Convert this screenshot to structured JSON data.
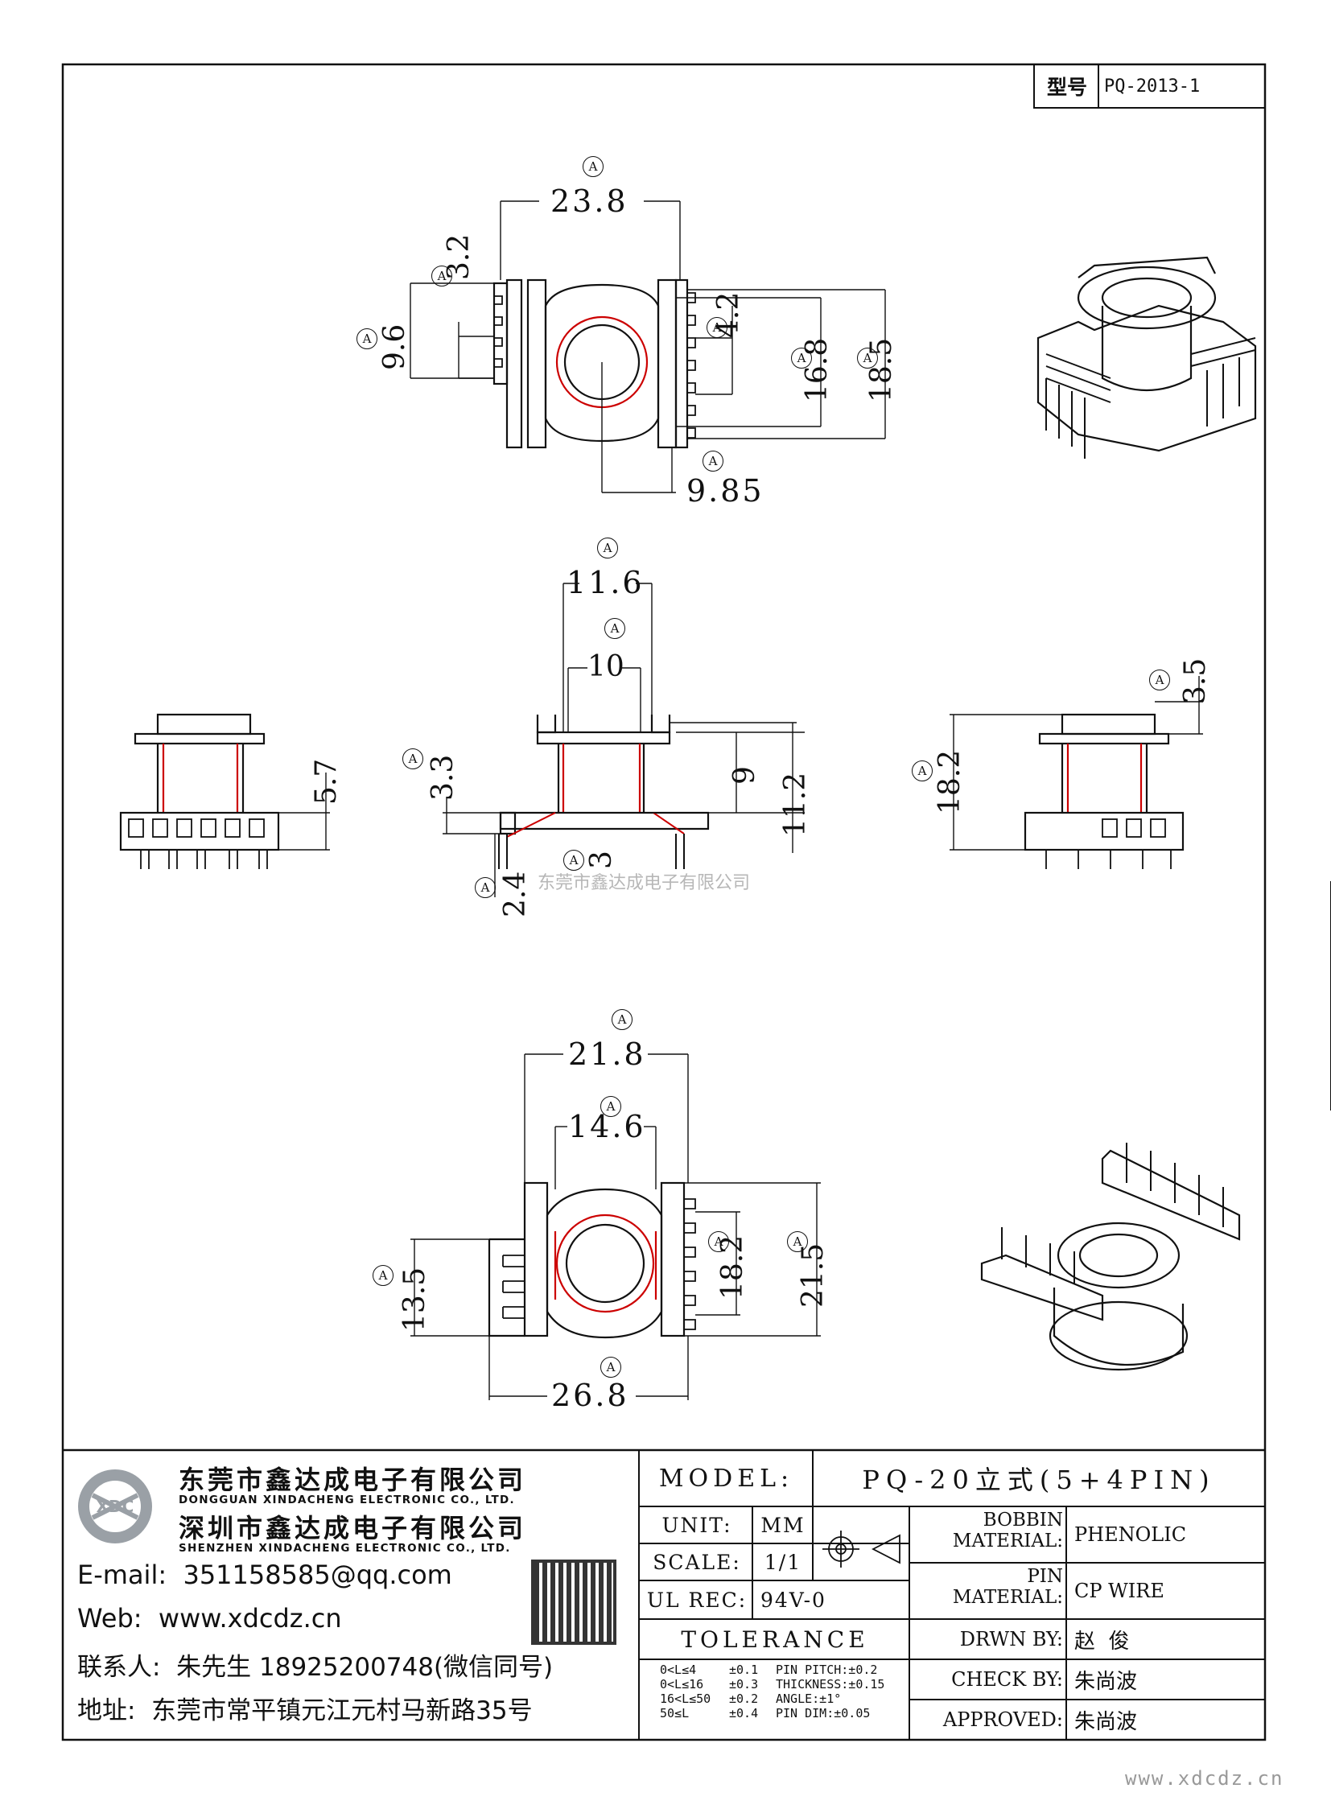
{
  "model_box": {
    "label": "型号",
    "value": "PQ-2013-1"
  },
  "dims": {
    "d1": "23.8",
    "d2": "3.2",
    "d3": "9.6",
    "d4": "4.2",
    "d5": "16.8",
    "d6": "18.5",
    "d7": "9.85",
    "d8": "11.6",
    "d9": "10",
    "d10": "5.7",
    "d11": "3.3",
    "d12": "9",
    "d13": "11.2",
    "d14": "2.4",
    "d15": "3",
    "d16": "3.5",
    "d17": "18.2",
    "d18": "21.8",
    "d19": "14.6",
    "d20": "13.5",
    "d21": "18.2",
    "d22": "21.5",
    "d23": "26.8"
  },
  "marker": "A",
  "watermark": "东莞市鑫达成电子有限公司",
  "footer_url": "www.xdcdz.cn",
  "company": {
    "logo_text": "XDC",
    "name_cn_1": "东莞市鑫达成电子有限公司",
    "name_en_1": "DONGGUAN XINDACHENG ELECTRONIC CO., LTD.",
    "name_cn_2": "深圳市鑫达成电子有限公司",
    "name_en_2": "SHENZHEN XINDACHENG ELECTRONIC CO., LTD.",
    "email": "E-mail:  351158585@qq.com",
    "web": "Web:  www.xdcdz.cn",
    "contact": "联系人:  朱先生 18925200748(微信同号)",
    "address": "地址:  东莞市常平镇元江元村马新路35号"
  },
  "title_block": {
    "model_label": "MODEL:",
    "model_value": "PQ-20立式(5+4PIN)",
    "unit_label": "UNIT:",
    "unit_value": "MM",
    "scale_label": "SCALE:",
    "scale_value": "1/1",
    "ulrec_label": "UL REC:",
    "ulrec_value": "94V-0",
    "tolerance_label": "TOLERANCE",
    "tolerances": [
      {
        "range": "0<L≤4",
        "tol": "±0.1",
        "extra": "PIN PITCH:±0.2"
      },
      {
        "range": "0<L≤16",
        "tol": "±0.3",
        "extra": "THICKNESS:±0.15"
      },
      {
        "range": "16<L≤50",
        "tol": "±0.2",
        "extra": "ANGLE:±1°"
      },
      {
        "range": "50≤L",
        "tol": "±0.4",
        "extra": "PIN DIM:±0.05"
      }
    ],
    "bobbin_label_1": "BOBBIN",
    "bobbin_label_2": "MATERIAL:",
    "bobbin_value": "PHENOLIC",
    "pin_label_1": "PIN",
    "pin_label_2": "MATERIAL:",
    "pin_value": "CP WIRE",
    "drwn_label": "DRWN BY:",
    "drwn_value": "赵  俊",
    "check_label": "CHECK BY:",
    "check_value": "朱尚波",
    "approved_label": "APPROVED:",
    "approved_value": "朱尚波"
  }
}
